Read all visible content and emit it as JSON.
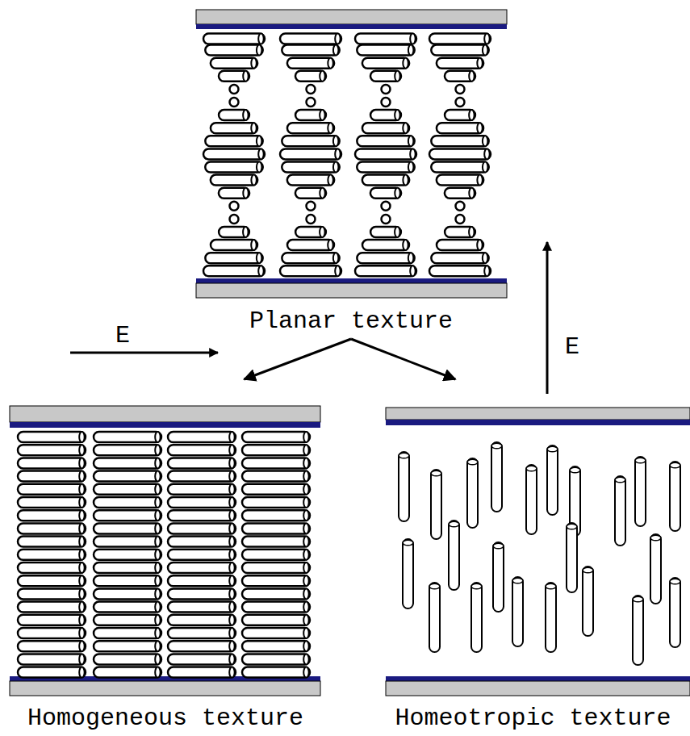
{
  "diagram": {
    "nodes": [
      {
        "text": [
          "Planar texture"
        ]
      },
      {
        "text": [
          "Homogeneous texture"
        ]
      },
      {
        "text": [
          "Homeotropic texture"
        ]
      }
    ],
    "edges": [
      {
        "from": 0,
        "to": 1,
        "arrow": "to"
      },
      {
        "from": 0,
        "to": 2,
        "arrow": "to"
      }
    ],
    "labels": [
      "E",
      "E"
    ]
  }
}
